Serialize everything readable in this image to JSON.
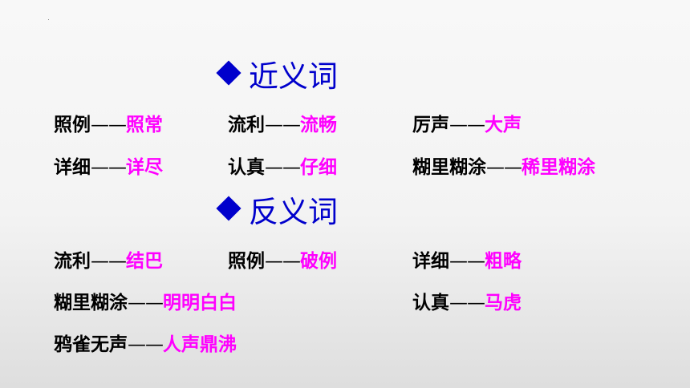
{
  "sections": {
    "synonyms_title": "近义词",
    "antonyms_title": "反义词"
  },
  "separator": "——",
  "colors": {
    "heading": "#0000cc",
    "answer": "#ff00ff",
    "word": "#000000"
  },
  "synonyms": [
    {
      "word": "照例",
      "answer": "照常"
    },
    {
      "word": "流利",
      "answer": "流畅"
    },
    {
      "word": "厉声",
      "answer": "大声"
    },
    {
      "word": "详细",
      "answer": "详尽"
    },
    {
      "word": "认真",
      "answer": "仔细"
    },
    {
      "word": "糊里糊涂",
      "answer": "稀里糊涂"
    }
  ],
  "antonyms": [
    {
      "word": "流利",
      "answer": "结巴"
    },
    {
      "word": "照例",
      "answer": "破例"
    },
    {
      "word": "详细",
      "answer": "粗略"
    },
    {
      "word": "糊里糊涂",
      "answer": "明明白白"
    },
    {
      "word": "认真",
      "answer": "马虎"
    },
    {
      "word": "鸦雀无声",
      "answer": "人声鼎沸"
    }
  ]
}
